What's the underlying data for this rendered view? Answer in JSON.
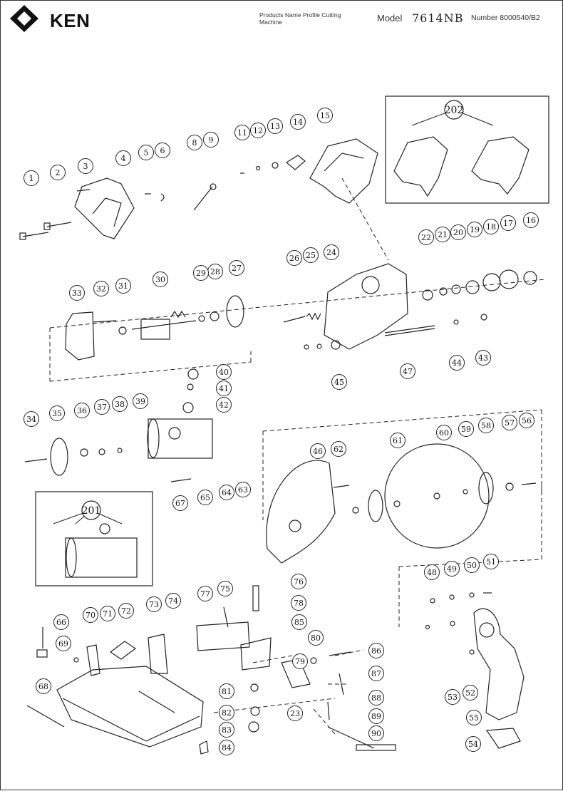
{
  "header": {
    "brand": "KEN",
    "product_label": "Products Name Profile Cutting Machine",
    "model_label": "Model",
    "model_value": "7614NB",
    "number_label": "Number 8000540/B2"
  },
  "assembly_labels": [
    "202",
    "201"
  ],
  "part_numbers": [
    "1",
    "2",
    "3",
    "4",
    "5",
    "6",
    "8",
    "9",
    "11",
    "12",
    "13",
    "14",
    "15",
    "16",
    "17",
    "18",
    "19",
    "20",
    "21",
    "22",
    "23",
    "24",
    "25",
    "26",
    "27",
    "28",
    "29",
    "30",
    "31",
    "32",
    "33",
    "34",
    "35",
    "36",
    "37",
    "38",
    "39",
    "40",
    "41",
    "42",
    "43",
    "44",
    "45",
    "46",
    "47",
    "48",
    "49",
    "50",
    "51",
    "52",
    "53",
    "54",
    "55",
    "56",
    "57",
    "58",
    "59",
    "60",
    "61",
    "62",
    "63",
    "64",
    "65",
    "66",
    "67",
    "68",
    "69",
    "70",
    "71",
    "72",
    "73",
    "74",
    "75",
    "76",
    "77",
    "78",
    "79",
    "80",
    "81",
    "82",
    "83",
    "84",
    "85",
    "86",
    "87",
    "88",
    "89",
    "90"
  ]
}
